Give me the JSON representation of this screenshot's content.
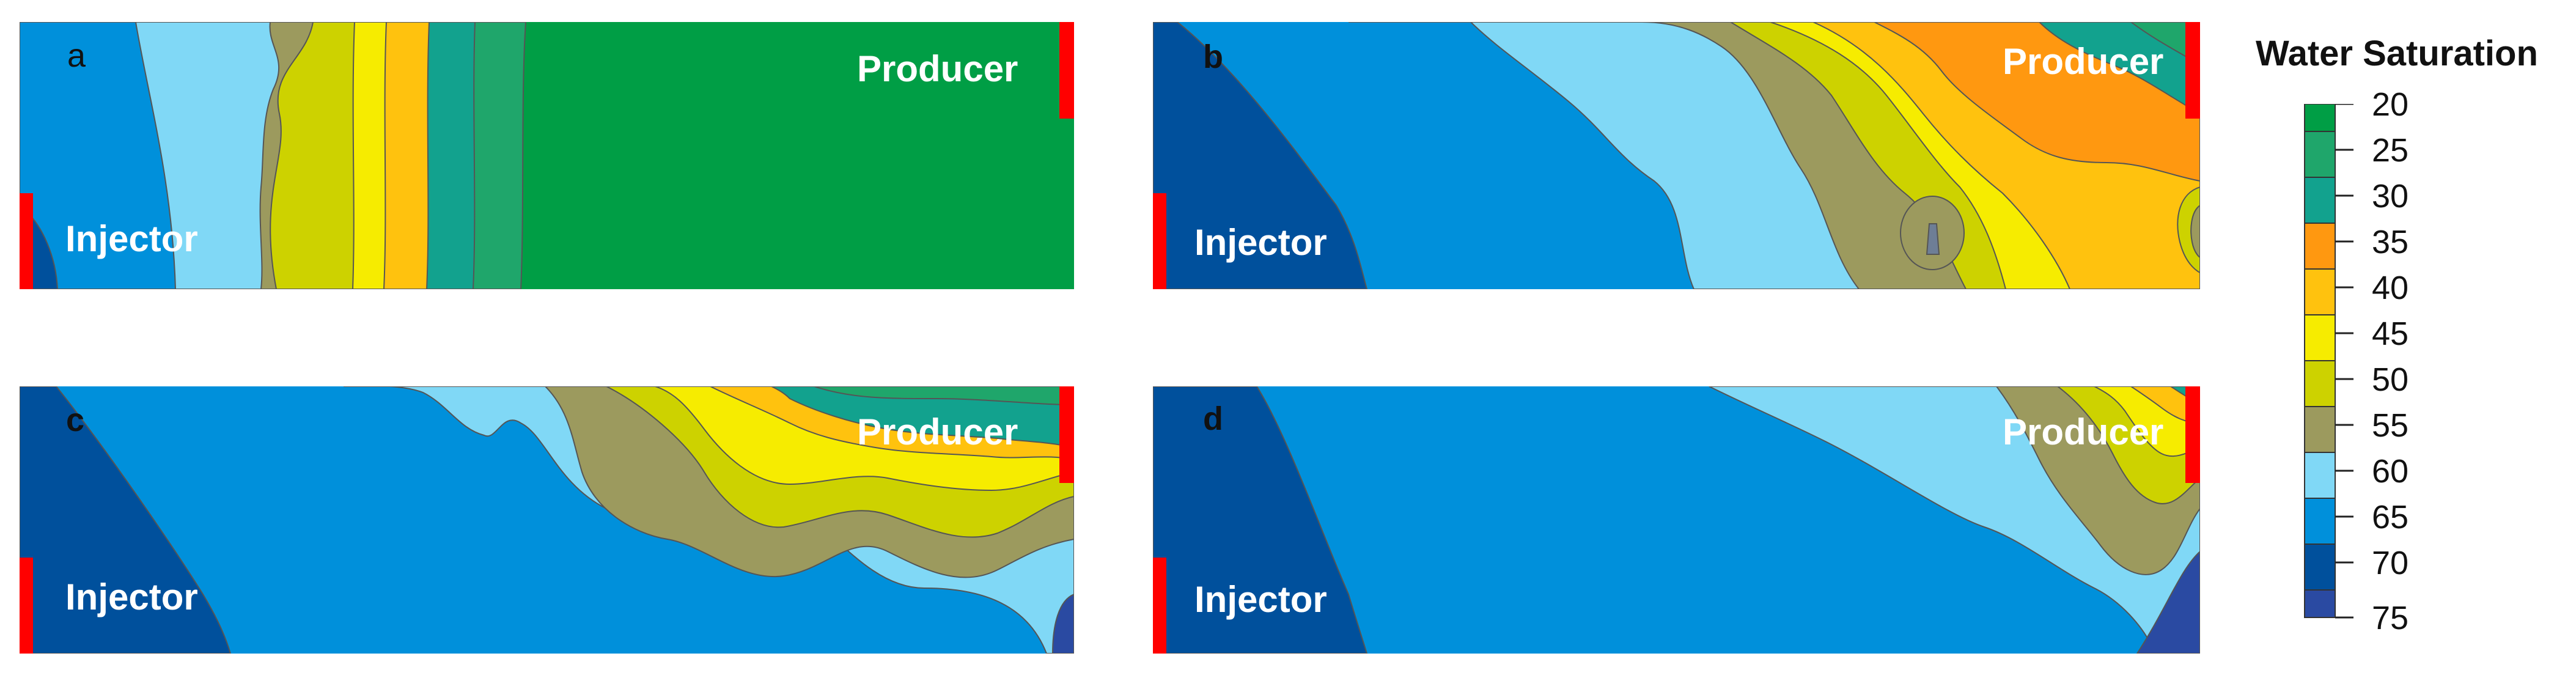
{
  "panels": [
    {
      "id": "a",
      "label": "a",
      "injector": "Injector",
      "producer": "Producer"
    },
    {
      "id": "b",
      "label": "b",
      "injector": "Injector",
      "producer": "Producer"
    },
    {
      "id": "c",
      "label": "c",
      "injector": "Injector",
      "producer": "Producer"
    },
    {
      "id": "d",
      "label": "d",
      "injector": "Injector",
      "producer": "Producer"
    }
  ],
  "legend": {
    "title": "Water Saturation",
    "ticks": [
      "20",
      "25",
      "30",
      "35",
      "40",
      "45",
      "50",
      "55",
      "60",
      "65",
      "70",
      "75"
    ]
  },
  "colors": {
    "well": "#ff0000",
    "s20_25": "#009e45",
    "s25_30": "#1fa66b",
    "s30_35": "#12a28e",
    "s35_40": "#ff9810",
    "s40_45": "#ffc20e",
    "s45_50": "#f6ec00",
    "s50_55": "#cdd200",
    "s55_60": "#9c9a5e",
    "s60_65": "#80d8f6",
    "s65_70": "#0090db",
    "s70_75": "#00509c",
    "s75": "#2a4aa2"
  }
}
